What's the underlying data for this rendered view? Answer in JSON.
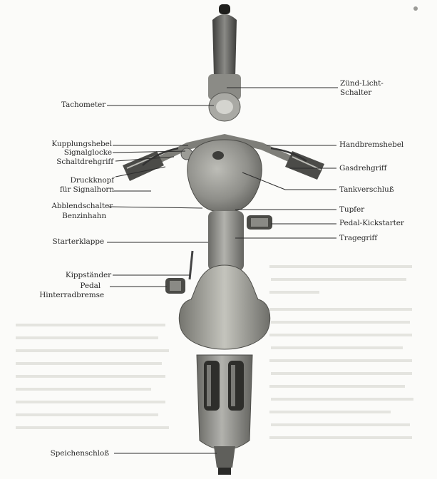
{
  "diagram": {
    "labels_left": [
      {
        "id": "tachometer",
        "text": "Tachometer"
      },
      {
        "id": "kupplungshebel",
        "text": "Kupplungshebel"
      },
      {
        "id": "signalglocke",
        "text": "Signalglocke"
      },
      {
        "id": "schaltdrehgriff",
        "text": "Schaltdrehgriff"
      },
      {
        "id": "abblendschalter",
        "text": "Abblendschalter"
      },
      {
        "id": "benzinhahn",
        "text": "Benzinhahn"
      },
      {
        "id": "starterklappe",
        "text": "Starterklappe"
      },
      {
        "id": "kippständer",
        "text": "Kippständer"
      },
      {
        "id": "pedal",
        "text": "Pedal"
      },
      {
        "id": "hinterradbremse",
        "text": "Hinterradbremse"
      },
      {
        "id": "speichenschloss",
        "text": "Speichenschloß"
      }
    ],
    "druckknopf": {
      "line1": "Druckknopf",
      "line2": "für Signalhorn"
    },
    "labels_right": [
      {
        "id": "handbremshebel",
        "text": "Handbremshebel"
      },
      {
        "id": "gasdrehgriff",
        "text": "Gasdrehgriff"
      },
      {
        "id": "tankverschluss",
        "text": "Tankverschluß"
      },
      {
        "id": "tupfer",
        "text": "Tupfer"
      },
      {
        "id": "pedal-kickstarter",
        "text": "Pedal-Kickstarter"
      },
      {
        "id": "tragegriff",
        "text": "Tragegriff"
      }
    ],
    "zuend": {
      "line1": "Zünd-Licht-",
      "line2": "Schalter"
    }
  }
}
